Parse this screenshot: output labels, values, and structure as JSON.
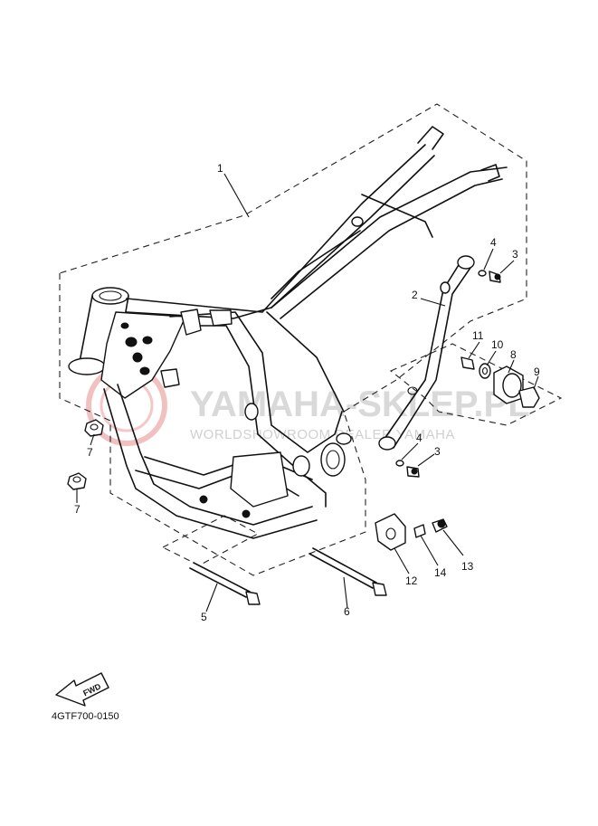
{
  "diagram": {
    "code": "4GTF700-0150",
    "fwd_label": "FWD",
    "watermark": {
      "title": "YAMAHA-SKLEP.PL",
      "subtitle": "WORLDSHOWROOM DEALER YAMAHA",
      "color": "#d32f2f"
    },
    "callouts": [
      {
        "id": "c1",
        "label": "1"
      },
      {
        "id": "c2",
        "label": "2"
      },
      {
        "id": "c3a",
        "label": "3"
      },
      {
        "id": "c3b",
        "label": "3"
      },
      {
        "id": "c4a",
        "label": "4"
      },
      {
        "id": "c4b",
        "label": "4"
      },
      {
        "id": "c5",
        "label": "5"
      },
      {
        "id": "c6",
        "label": "6"
      },
      {
        "id": "c7a",
        "label": "7"
      },
      {
        "id": "c7b",
        "label": "7"
      },
      {
        "id": "c8",
        "label": "8"
      },
      {
        "id": "c9",
        "label": "9"
      },
      {
        "id": "c10",
        "label": "10"
      },
      {
        "id": "c11",
        "label": "11"
      },
      {
        "id": "c12",
        "label": "12"
      },
      {
        "id": "c13",
        "label": "13"
      },
      {
        "id": "c14",
        "label": "14"
      }
    ]
  }
}
